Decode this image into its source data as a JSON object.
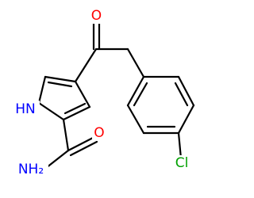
{
  "molecule": {
    "atoms": {
      "ketone_oxygen": {
        "label": "O",
        "color": "#ff0000"
      },
      "pyrrole_nh": {
        "label": "HN",
        "color": "#0000ff"
      },
      "amide_oxygen": {
        "label": "O",
        "color": "#ff0000"
      },
      "amide_nh2": {
        "label": "NH₂",
        "color": "#0000ff"
      },
      "chlorine": {
        "label": "Cl",
        "color": "#00a000"
      }
    },
    "bond_color": "#000000",
    "background": "#ffffff"
  }
}
